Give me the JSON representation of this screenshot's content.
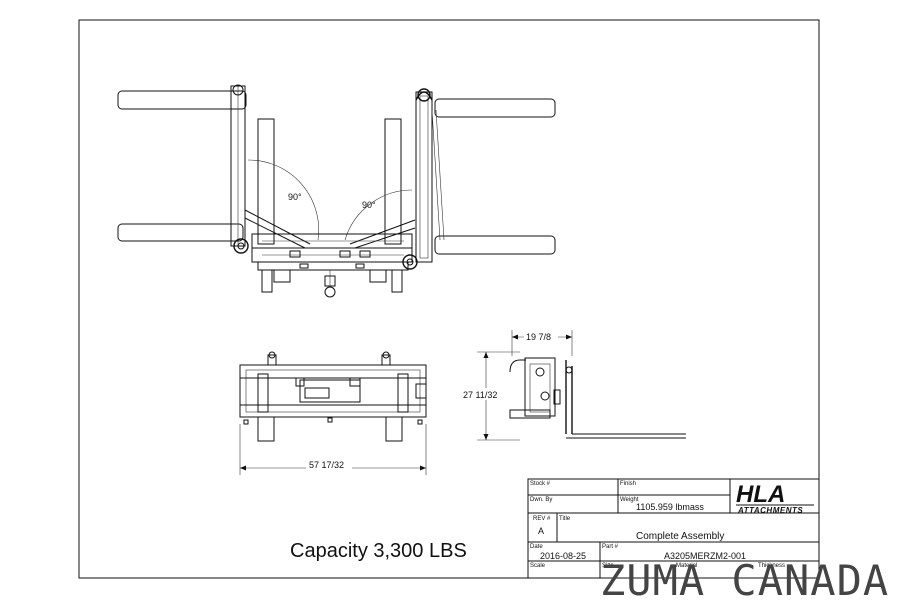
{
  "drawing": {
    "angle_left": "90°",
    "angle_right": "90°",
    "dim_width": "57 17/32",
    "dim_side_depth": "19 7/8",
    "dim_side_height": "27 11/32",
    "capacity": "Capacity 3,300 LBS"
  },
  "title_block": {
    "stock_label": "Stock #",
    "stock_value": "",
    "finish_label": "Finish",
    "finish_value": "",
    "drawn_by_label": "Dwn. By",
    "drawn_by_value": "",
    "weight_label": "Weight",
    "weight_value": "1105.959 lbmass",
    "rev_label": "REV #",
    "rev_value": "A",
    "title_label": "Title",
    "title_value": "Complete Assembly",
    "date_label": "Date",
    "date_value": "2016-08-25",
    "part_label": "Part #",
    "part_value": "A3205MERZM2-001",
    "scale_label": "Scale",
    "size_label": "Size",
    "material_label": "Material",
    "thickness_label": "Thickness"
  },
  "logo": {
    "brand": "HLA",
    "sub": "ATTACHMENTS"
  },
  "watermark": "ZUMA CANADA"
}
